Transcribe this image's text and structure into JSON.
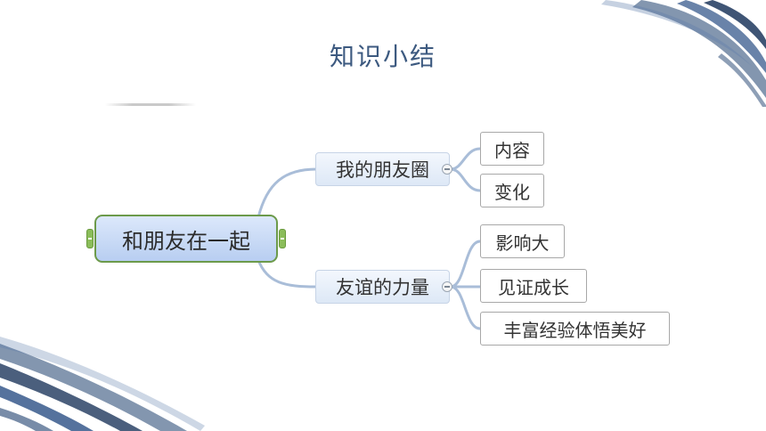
{
  "slide": {
    "title": "知识小结"
  },
  "mindmap": {
    "root": "和朋友在一起",
    "branches": [
      {
        "label": "我的朋友圈",
        "children": [
          "内容",
          "变化"
        ]
      },
      {
        "label": "友谊的力量",
        "children": [
          "影响大",
          "见证成长",
          "丰富经验体悟美好"
        ]
      }
    ]
  },
  "colors": {
    "title": "#3d5a80",
    "root_fill": "#c6d8f5",
    "root_border": "#6c9a4a",
    "connector": "#a9bdd8",
    "leaf_border": "#a8a8a8"
  }
}
